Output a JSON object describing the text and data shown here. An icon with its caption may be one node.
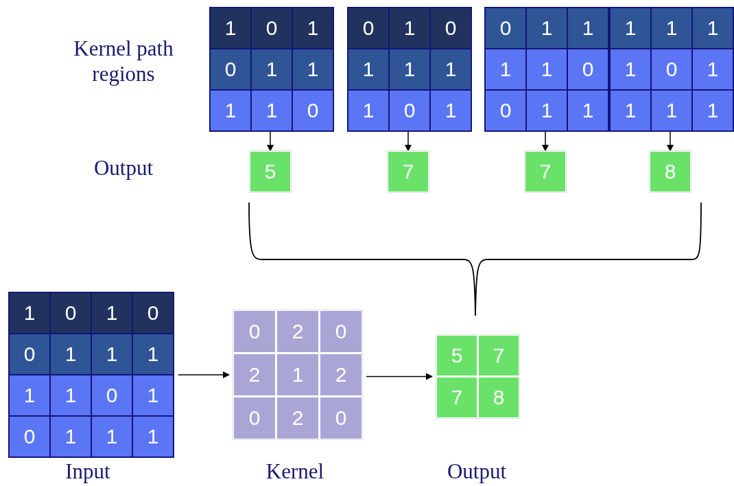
{
  "diagram": {
    "nodes": [
      {
        "text": [
          "1",
          "0",
          "1",
          "0",
          "1",
          "1",
          "1",
          "1",
          "0"
        ]
      },
      {
        "text": [
          "0",
          "1",
          "0",
          "1",
          "1",
          "1",
          "1",
          "0",
          "1"
        ]
      },
      {
        "text": [
          "0",
          "1",
          "1",
          "1",
          "1",
          "0",
          "0",
          "1",
          "1"
        ]
      },
      {
        "text": [
          "1",
          "1",
          "1",
          "1",
          "0",
          "1",
          "1",
          "1",
          "1"
        ]
      },
      {
        "text": [
          "5"
        ]
      },
      {
        "text": [
          "7"
        ]
      },
      {
        "text": [
          "7"
        ]
      },
      {
        "text": [
          "8"
        ]
      },
      {
        "text": [
          "1",
          "0",
          "1",
          "0",
          "0",
          "1",
          "1",
          "1",
          "1",
          "1",
          "0",
          "1",
          "0",
          "1",
          "1",
          "1"
        ],
        "beside": [
          "Input"
        ]
      },
      {
        "text": [
          "0",
          "2",
          "0",
          "2",
          "1",
          "2",
          "0",
          "2",
          "0"
        ],
        "beside": [
          "Kernel"
        ]
      },
      {
        "text": [
          "5",
          "7",
          "7",
          "8"
        ],
        "beside": [
          "Output"
        ]
      }
    ],
    "edges": [
      {
        "from": 0,
        "to": 4,
        "arrow": "to"
      },
      {
        "from": 1,
        "to": 5,
        "arrow": "to"
      },
      {
        "from": 2,
        "to": 6,
        "arrow": "to"
      },
      {
        "from": 3,
        "to": 7,
        "arrow": "to"
      },
      {
        "from": 8,
        "to": 9,
        "arrow": "to"
      },
      {
        "from": 9,
        "to": 10,
        "arrow": "to"
      }
    ],
    "labels": [
      "Kernel path regions",
      "Output"
    ]
  }
}
